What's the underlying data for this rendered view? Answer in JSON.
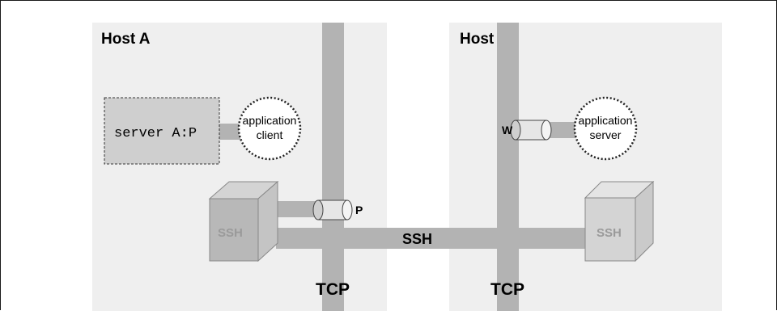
{
  "host_a": {
    "label": "Host A"
  },
  "host_b": {
    "label": "Host B"
  },
  "tcp_a": "TCP",
  "tcp_b": "TCP",
  "tunnel_label": "SSH",
  "port_p": "P",
  "port_w": "W",
  "forward_box": "server A:P",
  "app_client": {
    "line1": "application",
    "line2": "client"
  },
  "app_server": {
    "line1": "application",
    "line2": "server"
  },
  "ssh_box_a": "SSH",
  "ssh_box_b": "SSH",
  "colors": {
    "host_bg": "#efefef",
    "pipe": "#b3b3b3",
    "box_dark": "#b8b8b8",
    "box_light": "#d4d4d4"
  }
}
